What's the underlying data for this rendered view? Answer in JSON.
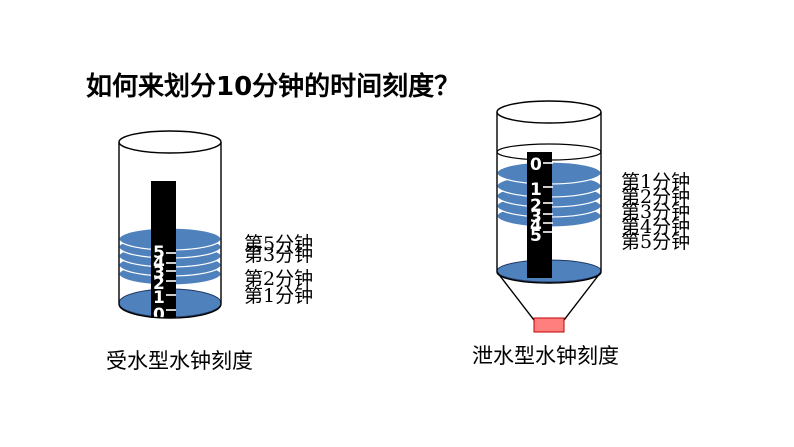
{
  "question": "如何来划分10分钟的时间刻度？",
  "receiving": {
    "caption": "受水型水钟刻度",
    "scale": [
      "0",
      "1",
      "2",
      "3",
      "4",
      "5"
    ],
    "labels": [
      "第5分钟",
      "第3分钟",
      "第2分钟",
      "第1分钟"
    ]
  },
  "outflow": {
    "caption": "泄水型水钟刻度",
    "scale": [
      "0",
      "1",
      "2",
      "3",
      "4",
      "5"
    ],
    "labels": [
      "第1分钟",
      "第2分钟",
      "第3分钟",
      "第4分钟",
      "第5分钟"
    ]
  },
  "colors": {
    "water": "#4f81bd",
    "outlet": "#ff7f7f",
    "rod": "#000000"
  }
}
